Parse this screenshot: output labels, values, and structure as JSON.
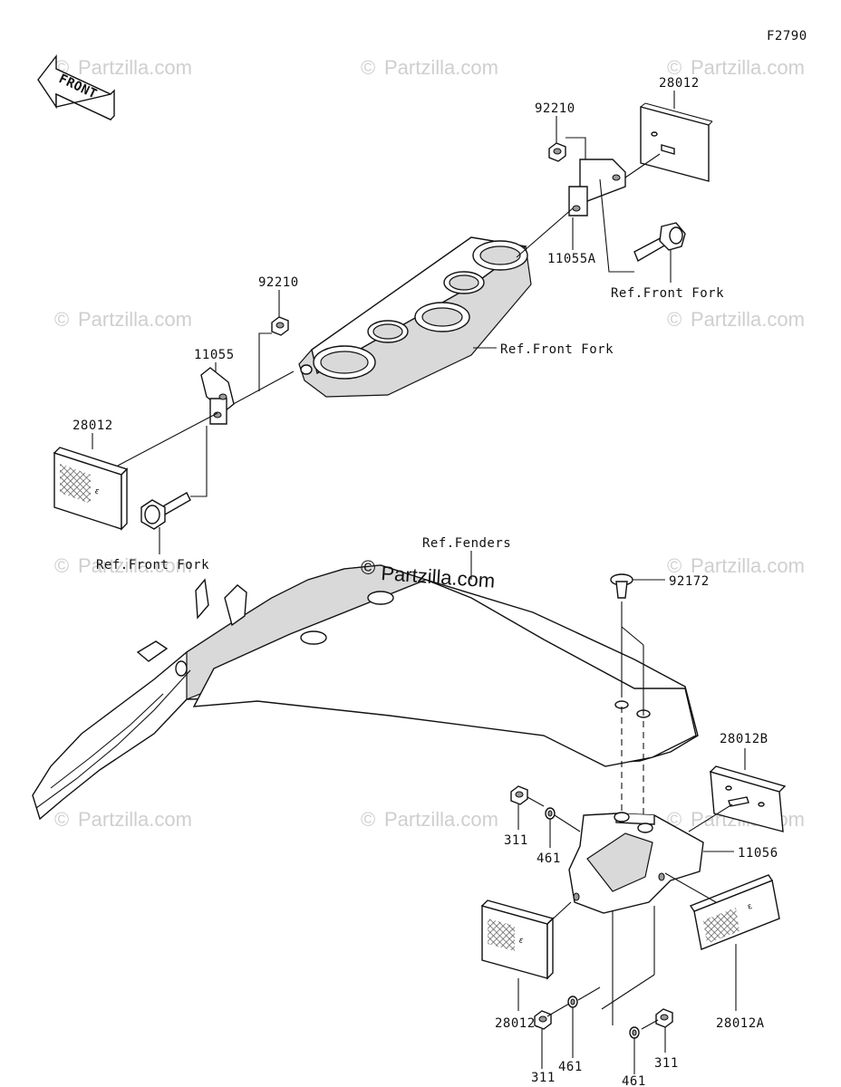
{
  "figure_code": "F2790",
  "front_arrow": {
    "text": "FRONT",
    "icon": "front-direction-arrow-icon"
  },
  "watermark": {
    "text": "Partzilla.com",
    "symbol": "©"
  },
  "brand": {
    "symbol": "©",
    "text": "Partzilla.com"
  },
  "parts": {
    "reflector_top_right": "28012",
    "nut_top_right": "92210",
    "bracket_right": "11055A",
    "nut_left": "92210",
    "bracket_left": "11055",
    "reflector_left": "28012",
    "screw": "92172",
    "reflector_rear_right": "28012B",
    "nut_rear_1": "311",
    "washer_rear_1": "461",
    "bracket_rear": "11056",
    "reflector_rear_left": "28012B",
    "reflector_rear_a": "28012A",
    "washer_rear_2": "461",
    "nut_rear_2": "311",
    "washer_rear_3": "461",
    "nut_rear_3": "311"
  },
  "refs": {
    "front_fork_right": "Ref.Front Fork",
    "front_fork_middle": "Ref.Front Fork",
    "front_fork_left": "Ref.Front Fork",
    "fenders": "Ref.Fenders"
  },
  "colors": {
    "line": "#111111",
    "watermark": "#cfcfcf",
    "background": "#ffffff"
  }
}
